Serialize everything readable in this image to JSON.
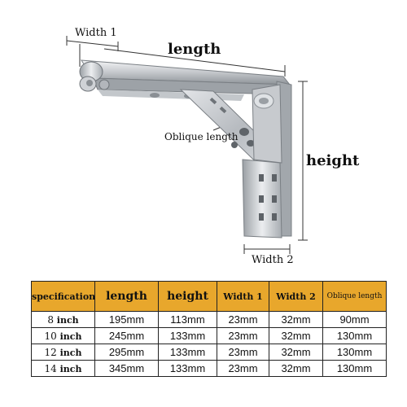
{
  "labels": {
    "width1": "Width 1",
    "length": "length",
    "oblique": "Oblique length",
    "height": "height",
    "width2": "Width 2"
  },
  "table": {
    "header_color": "#e8a72c",
    "columns": [
      "specification",
      "length",
      "height",
      "Width 1",
      "Width 2",
      "Oblique length"
    ],
    "rows": [
      {
        "num": "8",
        "unit": "inch",
        "length": "195mm",
        "height": "113mm",
        "width1": "23mm",
        "width2": "32mm",
        "oblique": "90mm"
      },
      {
        "num": "10",
        "unit": "inch",
        "length": "245mm",
        "height": "133mm",
        "width1": "23mm",
        "width2": "32mm",
        "oblique": "130mm"
      },
      {
        "num": "12",
        "unit": "inch",
        "length": "295mm",
        "height": "133mm",
        "width1": "23mm",
        "width2": "32mm",
        "oblique": "130mm"
      },
      {
        "num": "14",
        "unit": "inch",
        "length": "345mm",
        "height": "133mm",
        "width1": "23mm",
        "width2": "32mm",
        "oblique": "130mm"
      }
    ]
  }
}
